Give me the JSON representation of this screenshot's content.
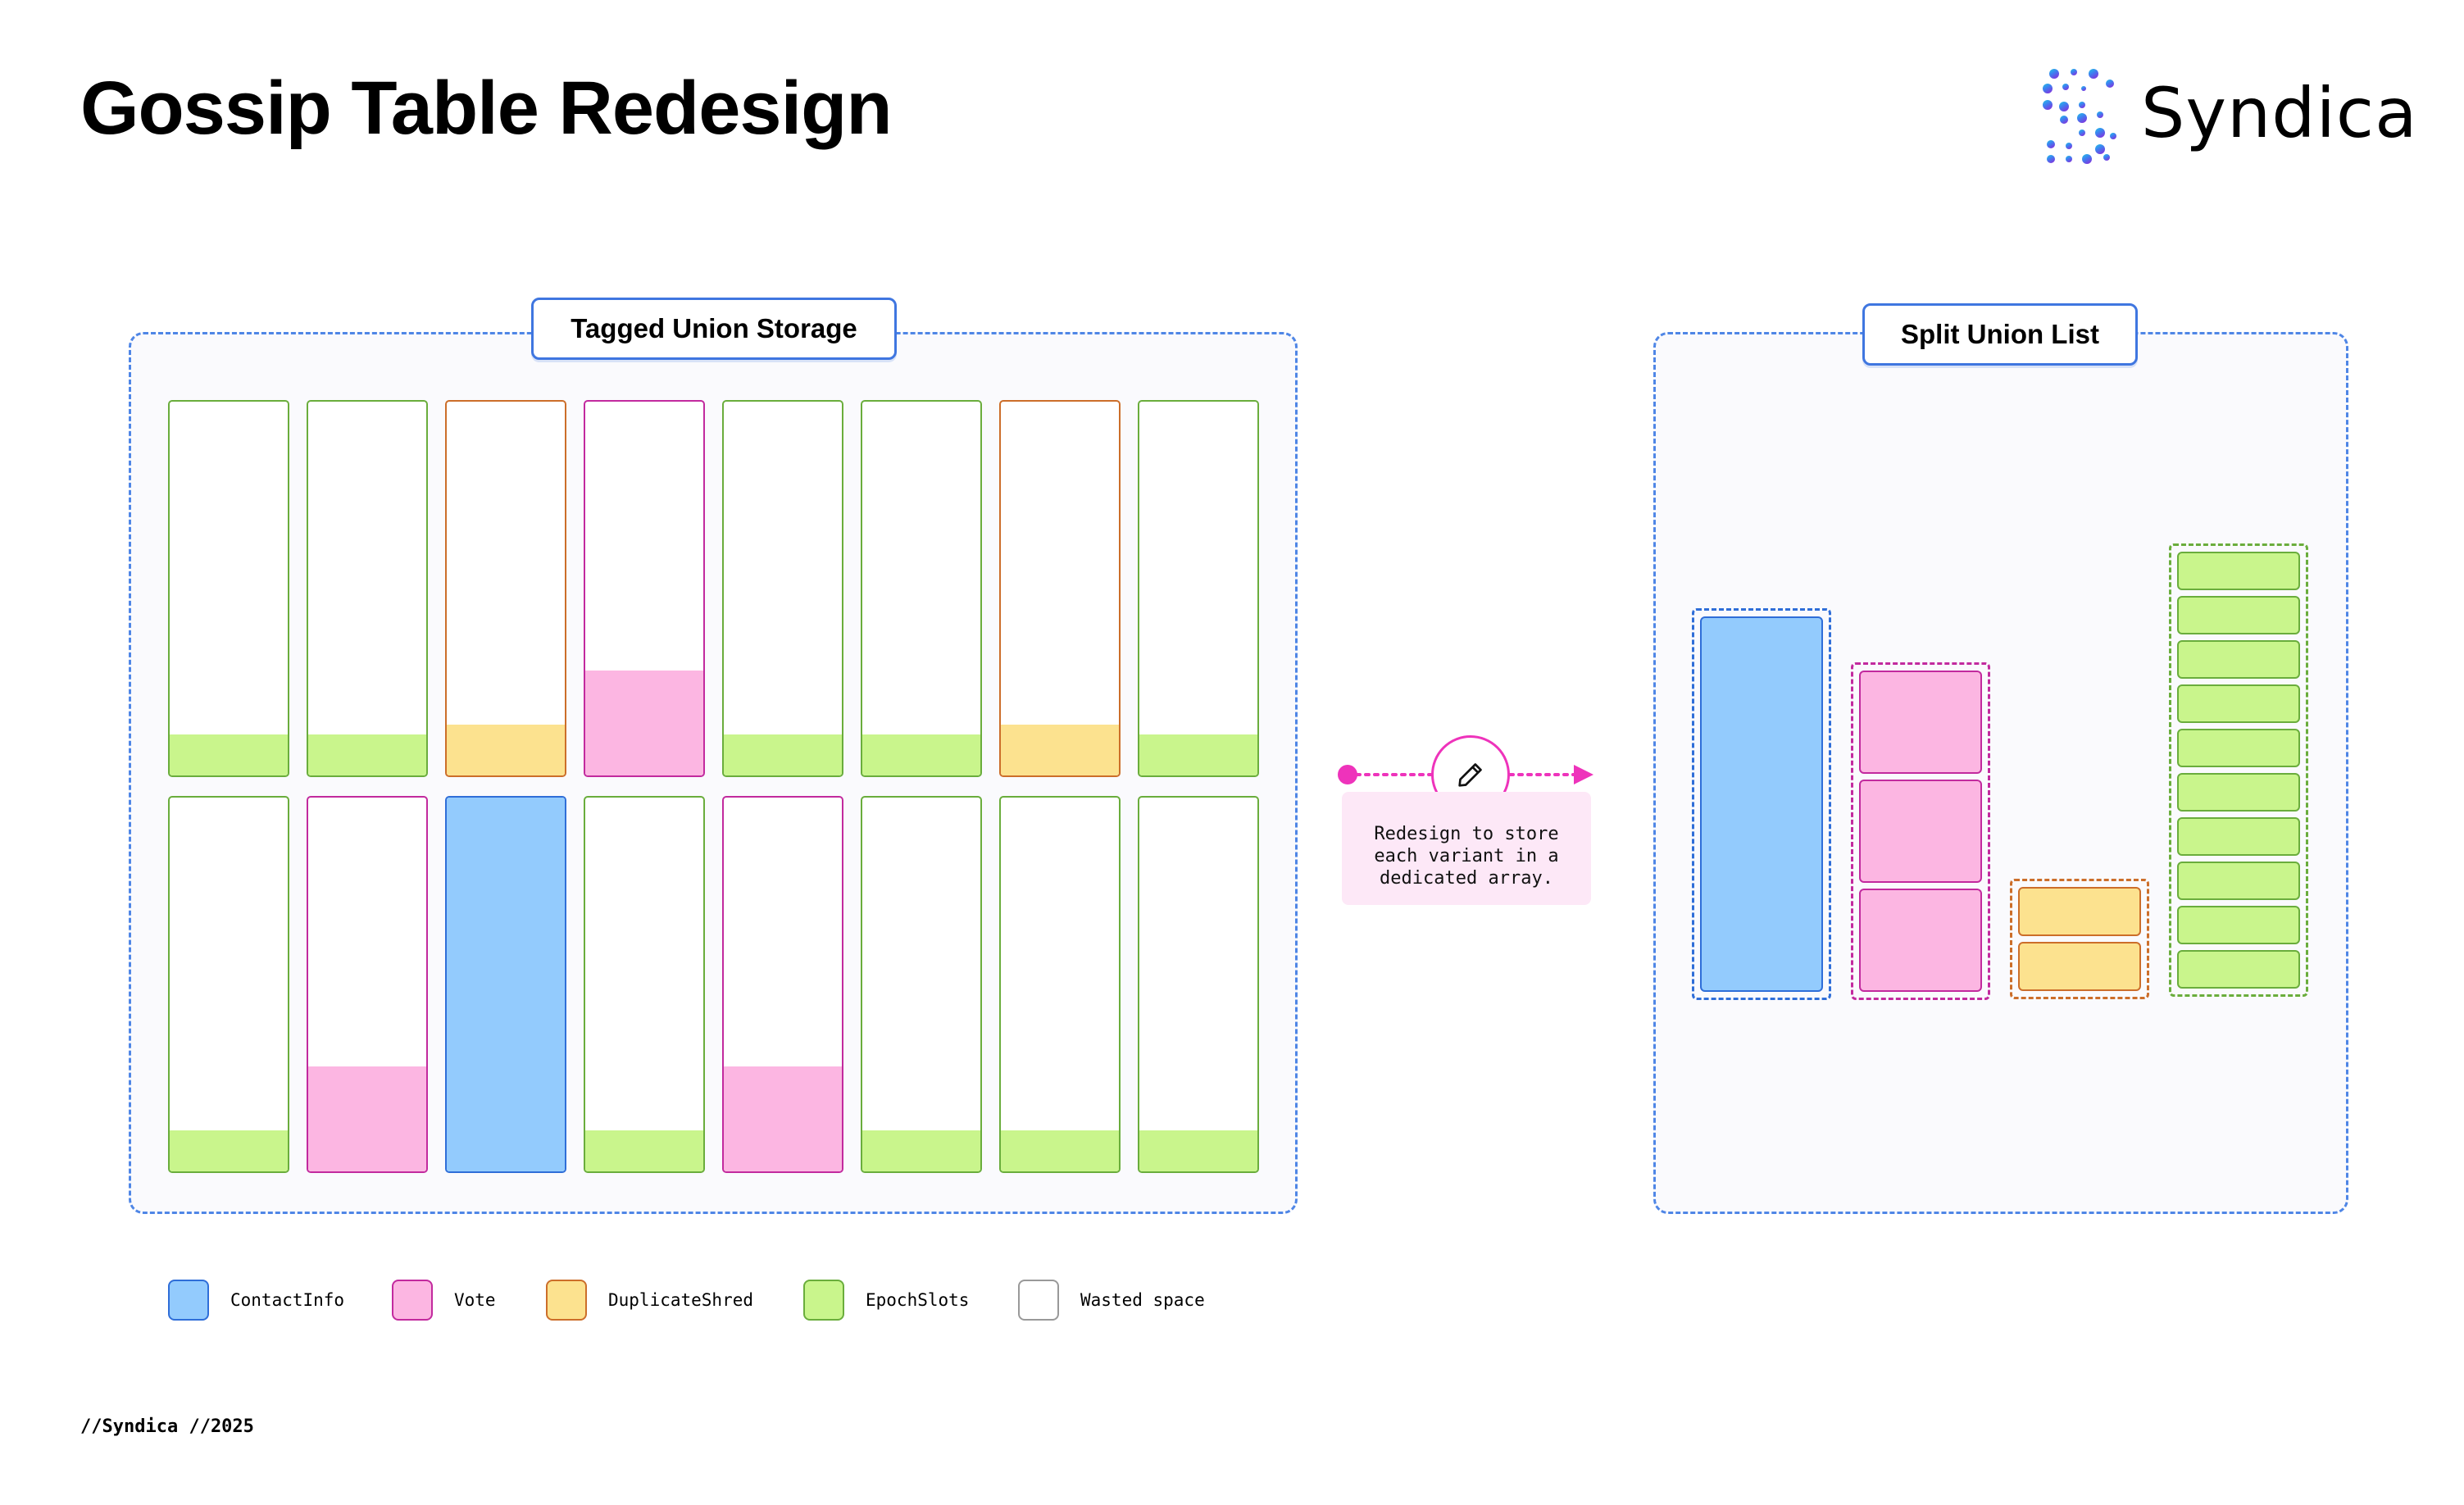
{
  "title": "Gossip Table Redesign",
  "brand": {
    "name": "Syndica",
    "logo": "syndica-logo-dots"
  },
  "colors": {
    "ContactInfo": {
      "fill": "#93cbfd",
      "border": "#2f6ed8"
    },
    "Vote": {
      "fill": "#fcb6e2",
      "border": "#c22a9e"
    },
    "DuplicateShred": {
      "fill": "#fce28f",
      "border": "#cc6e2a"
    },
    "EpochSlots": {
      "fill": "#c9f58c",
      "border": "#6aad3c"
    },
    "Wasted space": {
      "fill": "#ffffff",
      "border": "#999999"
    },
    "accent": "#ee33bb",
    "panel_border": "#4f86e6"
  },
  "left_panel": {
    "label": "Tagged Union Storage",
    "rows": [
      [
        {
          "type": "EpochSlots",
          "fill_fraction": 0.11
        },
        {
          "type": "EpochSlots",
          "fill_fraction": 0.11
        },
        {
          "type": "DuplicateShred",
          "fill_fraction": 0.135
        },
        {
          "type": "Vote",
          "fill_fraction": 0.28
        },
        {
          "type": "EpochSlots",
          "fill_fraction": 0.11
        },
        {
          "type": "EpochSlots",
          "fill_fraction": 0.11
        },
        {
          "type": "DuplicateShred",
          "fill_fraction": 0.135
        },
        {
          "type": "EpochSlots",
          "fill_fraction": 0.11
        }
      ],
      [
        {
          "type": "EpochSlots",
          "fill_fraction": 0.11
        },
        {
          "type": "Vote",
          "fill_fraction": 0.28
        },
        {
          "type": "ContactInfo",
          "fill_fraction": 1.0
        },
        {
          "type": "EpochSlots",
          "fill_fraction": 0.11
        },
        {
          "type": "Vote",
          "fill_fraction": 0.28
        },
        {
          "type": "EpochSlots",
          "fill_fraction": 0.11
        },
        {
          "type": "EpochSlots",
          "fill_fraction": 0.11
        },
        {
          "type": "EpochSlots",
          "fill_fraction": 0.11
        }
      ]
    ]
  },
  "transition": {
    "icon": "pencil-icon",
    "note": "Redesign to store each variant in a dedicated array."
  },
  "right_panel": {
    "label": "Split Union List",
    "arrays": [
      {
        "type": "ContactInfo",
        "count": 1
      },
      {
        "type": "Vote",
        "count": 3
      },
      {
        "type": "DuplicateShred",
        "count": 2
      },
      {
        "type": "EpochSlots",
        "count": 10
      }
    ]
  },
  "legend": [
    {
      "label": "ContactInfo",
      "type": "ContactInfo"
    },
    {
      "label": "Vote",
      "type": "Vote"
    },
    {
      "label": "DuplicateShred",
      "type": "DuplicateShred"
    },
    {
      "label": "EpochSlots",
      "type": "EpochSlots"
    },
    {
      "label": "Wasted space",
      "type": "Wasted space"
    }
  ],
  "footer": "//Syndica //2025"
}
